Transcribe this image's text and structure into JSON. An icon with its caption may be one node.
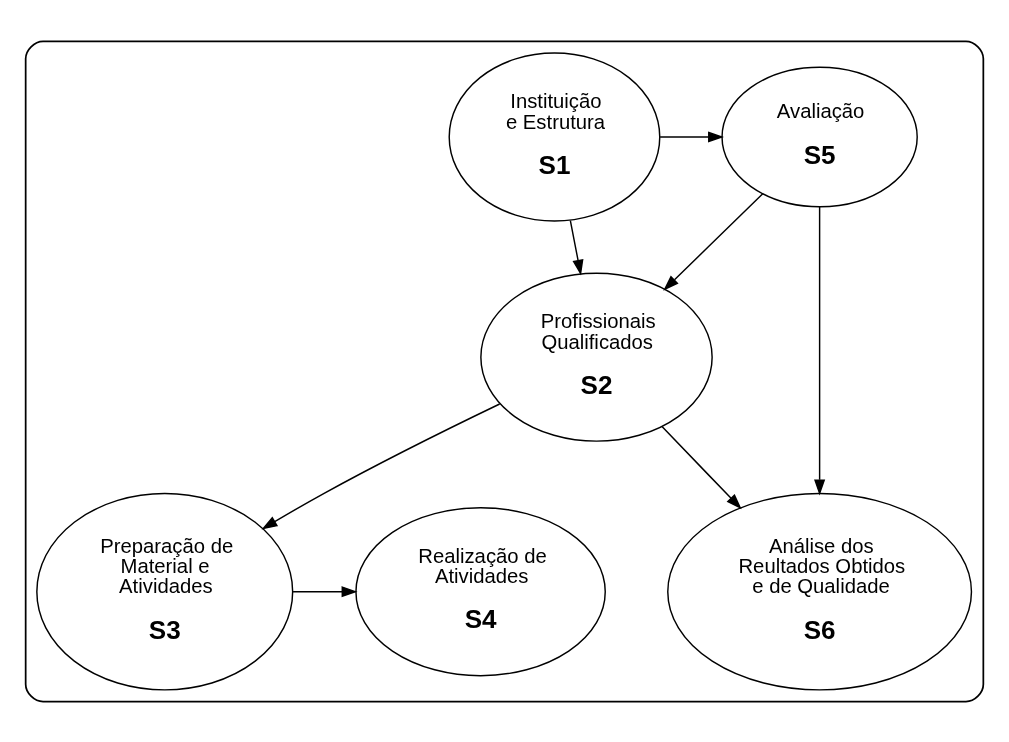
{
  "diagram": {
    "nodes": [
      {
        "text": [],
        "shape": "ellipse"
      },
      {
        "text": [
          "Instituição e Estrutura",
          "S1"
        ],
        "in": 0
      },
      {
        "text": [
          "Avaliação",
          "S5"
        ],
        "in": 0
      },
      {
        "text": [
          "Profissionais Qualificados",
          "S2"
        ],
        "in": 0
      },
      {
        "text": [
          "Análise dos Reultados Obtidos e de Qualidade",
          "S6"
        ],
        "in": 0
      },
      {
        "text": [
          "Preparação de Material e Atividades",
          "S3"
        ],
        "in": 0
      },
      {
        "text": [
          "Realização de Atividades",
          "S4"
        ],
        "in": 0
      }
    ],
    "edges": [
      {
        "from": 1,
        "to": 2,
        "arrow": "to"
      },
      {
        "from": 1,
        "to": 3,
        "arrow": "to"
      },
      {
        "from": 2,
        "to": 3,
        "arrow": "to"
      },
      {
        "from": 2,
        "to": 4,
        "arrow": "to"
      },
      {
        "from": 3,
        "to": 4,
        "arrow": "to"
      },
      {
        "from": 3,
        "to": 5,
        "arrow": "to"
      },
      {
        "from": 5,
        "to": 6,
        "arrow": "to"
      }
    ]
  }
}
